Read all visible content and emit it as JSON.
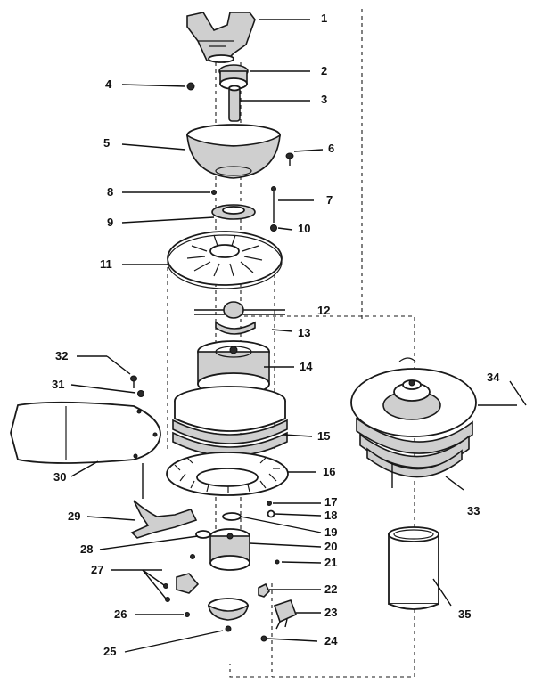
{
  "figure": {
    "callouts": [
      {
        "id": "1",
        "text": "1"
      },
      {
        "id": "2",
        "text": "2"
      },
      {
        "id": "3",
        "text": "3"
      },
      {
        "id": "4",
        "text": "4"
      },
      {
        "id": "5",
        "text": "5"
      },
      {
        "id": "6",
        "text": "6"
      },
      {
        "id": "7",
        "text": "7"
      },
      {
        "id": "8",
        "text": "8"
      },
      {
        "id": "9",
        "text": "9"
      },
      {
        "id": "10",
        "text": "10"
      },
      {
        "id": "11",
        "text": "11"
      },
      {
        "id": "12",
        "text": "12"
      },
      {
        "id": "13",
        "text": "13"
      },
      {
        "id": "14",
        "text": "14"
      },
      {
        "id": "15",
        "text": "15"
      },
      {
        "id": "16",
        "text": "16"
      },
      {
        "id": "17",
        "text": "17"
      },
      {
        "id": "18",
        "text": "18"
      },
      {
        "id": "19",
        "text": "19"
      },
      {
        "id": "20",
        "text": "20"
      },
      {
        "id": "21",
        "text": "21"
      },
      {
        "id": "22",
        "text": "22"
      },
      {
        "id": "23",
        "text": "23"
      },
      {
        "id": "24",
        "text": "24"
      },
      {
        "id": "25",
        "text": "25"
      },
      {
        "id": "26",
        "text": "26"
      },
      {
        "id": "27",
        "text": "27"
      },
      {
        "id": "28",
        "text": "28"
      },
      {
        "id": "29",
        "text": "29"
      },
      {
        "id": "30",
        "text": "30"
      },
      {
        "id": "31",
        "text": "31"
      },
      {
        "id": "32",
        "text": "32"
      },
      {
        "id": "33",
        "text": "33"
      },
      {
        "id": "34",
        "text": "34"
      },
      {
        "id": "35",
        "text": "35"
      }
    ]
  }
}
